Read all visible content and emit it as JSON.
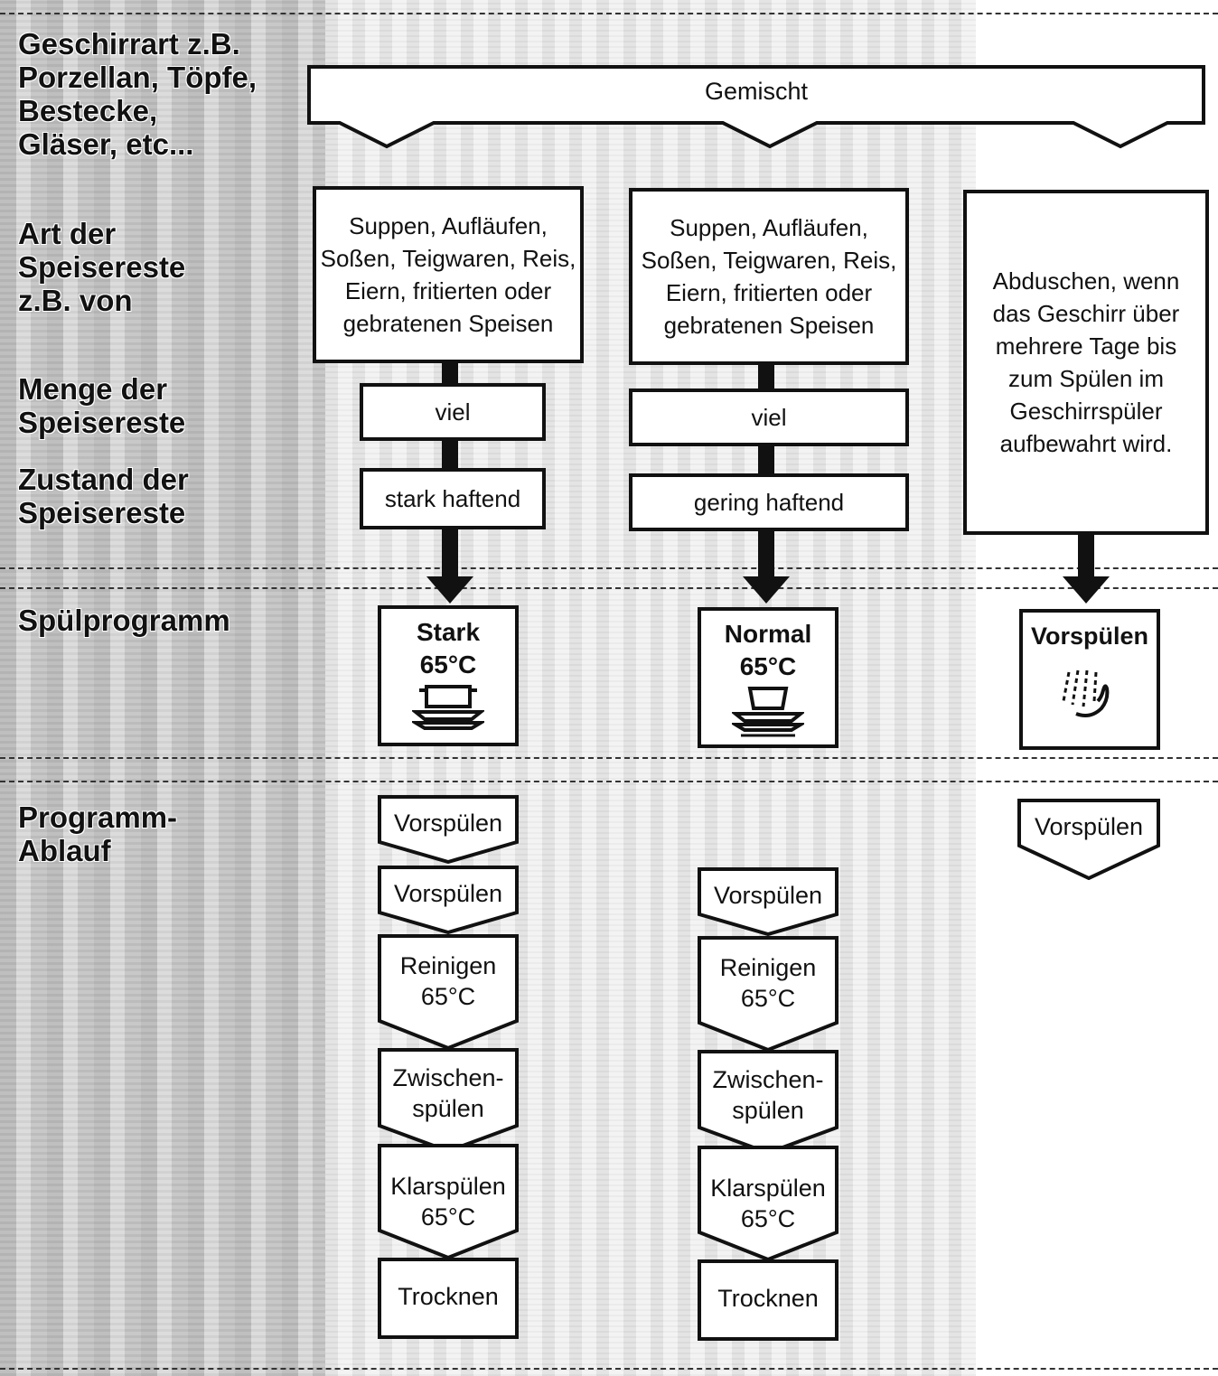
{
  "left_labels": {
    "dish_type": "Geschirrart z.B.\nPorzellan, Töpfe,\nBestecke,\nGläser, etc...",
    "residue_type": "Art der\nSpeisereste\nz.B. von",
    "residue_amount": "Menge der\nSpeisereste",
    "residue_state": "Zustand der\nSpeisereste",
    "wash_program": "Spülprogramm",
    "program_sequence": "Programm-\nAblauf"
  },
  "banner": {
    "text": "Gemischt"
  },
  "columns": [
    {
      "residue_text": "Suppen, Aufläufen,\nSoßen, Teigwaren, Reis,\nEiern, fritierten oder\ngebratenen Speisen",
      "amount": "viel",
      "state": "stark haftend",
      "program": {
        "name": "Stark",
        "temp": "65°C",
        "icon": "pot-on-plates-icon"
      },
      "steps": [
        "Vorspülen",
        "Vorspülen",
        "Reinigen\n65°C",
        "Zwischen-\nspülen",
        "Klarspülen\n65°C",
        "Trocknen"
      ]
    },
    {
      "residue_text": "Suppen, Aufläufen,\nSoßen, Teigwaren, Reis,\nEiern, fritierten oder\ngebratenen Speisen",
      "amount": "viel",
      "state": "gering haftend",
      "program": {
        "name": "Normal",
        "temp": "65°C",
        "icon": "bowl-on-plates-icon"
      },
      "steps": [
        "Vorspülen",
        "Reinigen\n65°C",
        "Zwischen-\nspülen",
        "Klarspülen\n65°C",
        "Trocknen"
      ]
    },
    {
      "residue_text": "Abduschen, wenn\ndas Geschirr über\nmehrere Tage bis\nzum Spülen im\nGeschirrspüler\naufbewahrt wird.",
      "program": {
        "name": "Vorspülen",
        "icon": "water-spray-hand-icon"
      },
      "steps": [
        "Vorspülen"
      ]
    }
  ],
  "colors": {
    "ink": "#111111",
    "paper": "#ffffff",
    "texture": "#d2d2d2"
  }
}
